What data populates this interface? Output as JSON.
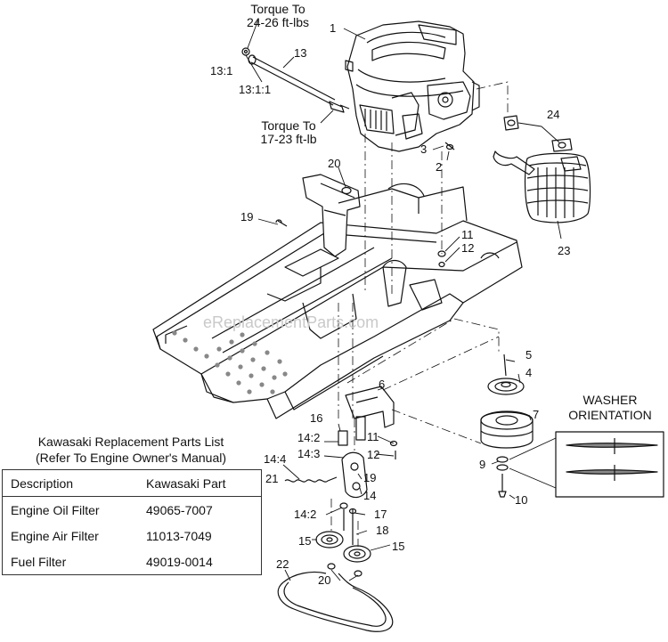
{
  "torque_notes": {
    "upper_line1": "Torque To",
    "upper_line2": "24-26 ft-lbs",
    "lower_line1": "Torque To",
    "lower_line2": "17-23 ft-lb"
  },
  "callouts": {
    "c1": "1",
    "c2": "2",
    "c3": "3",
    "c4": "4",
    "c5": "5",
    "c6": "6",
    "c7": "7",
    "c9": "9",
    "c10": "10",
    "c11a": "11",
    "c11b": "11",
    "c12a": "12",
    "c12b": "12",
    "c13": "13",
    "c13_1": "13:1",
    "c13_1_1": "13:1:1",
    "c14": "14",
    "c14_2a": "14:2",
    "c14_2b": "14:2",
    "c14_3": "14:3",
    "c14_4": "14:4",
    "c15a": "15",
    "c15b": "15",
    "c16": "16",
    "c17": "17",
    "c18": "18",
    "c19a": "19",
    "c19b": "19",
    "c20a": "20",
    "c20b": "20",
    "c21": "21",
    "c22": "22",
    "c23": "23",
    "c24": "24"
  },
  "watermark": "eReplacementParts.com",
  "washer_orientation": {
    "line1": "WASHER",
    "line2": "ORIENTATION"
  },
  "parts_list": {
    "title_line1": "Kawasaki Replacement Parts List",
    "title_line2": "(Refer To Engine Owner's Manual)",
    "headers": {
      "description": "Description",
      "part": "Kawasaki Part"
    },
    "rows": [
      {
        "description": "Engine Oil Filter",
        "part": "49065-7007"
      },
      {
        "description": "Engine Air Filter",
        "part": "11013-7049"
      },
      {
        "description": "Fuel Filter",
        "part": "49019-0014"
      }
    ]
  }
}
